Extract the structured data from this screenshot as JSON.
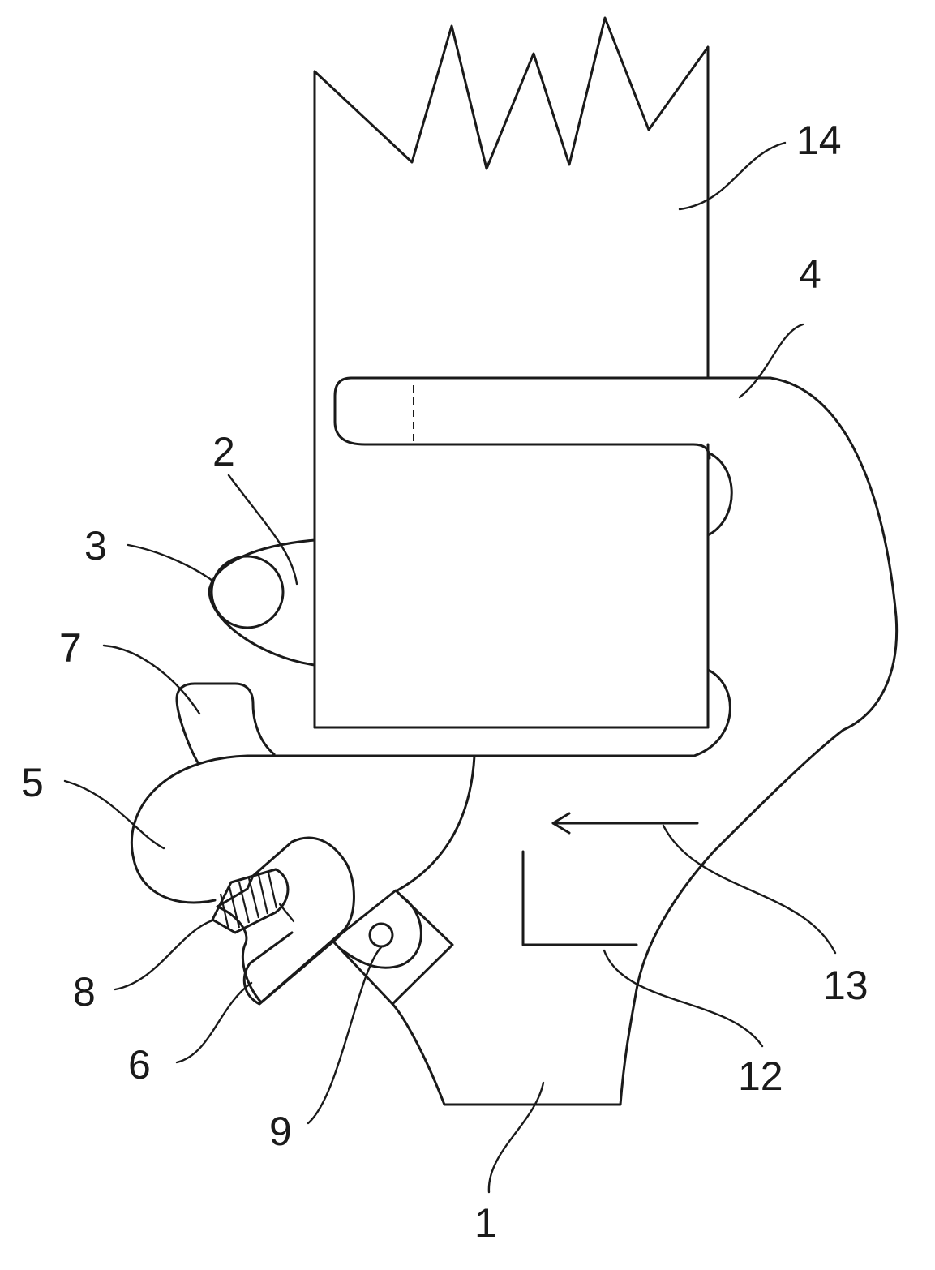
{
  "labels": {
    "l1": "1",
    "l2": "2",
    "l3": "3",
    "l4": "4",
    "l5": "5",
    "l6": "6",
    "l7": "7",
    "l8": "8",
    "l9": "9",
    "l12": "12",
    "l13": "13",
    "l14": "14"
  }
}
